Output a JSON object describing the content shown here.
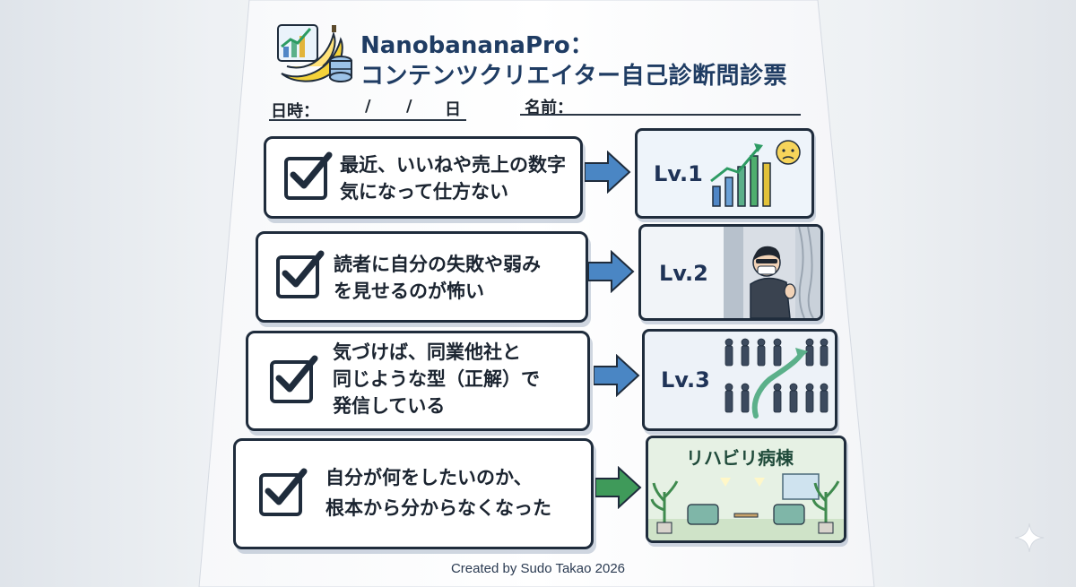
{
  "header": {
    "title_line1": "NanobananaPro：",
    "title_line2": "コンテンツクリエイター自己診断問診票",
    "logo_icon": "banana-chart-coins-icon"
  },
  "form": {
    "date_label": "日時：",
    "date_sep1": "/",
    "date_sep2": "/",
    "date_day": "日",
    "name_label": "名前："
  },
  "items": [
    {
      "line1": "最近、いいねや売上の数字",
      "line2": "気になって仕方ない",
      "line3": "",
      "level": "Lv.1",
      "arrow_color": "#4a86c4"
    },
    {
      "line1": "読者に自分の失敗や弱み",
      "line2": "を見せるのが怖い",
      "line3": "",
      "level": "Lv.2",
      "arrow_color": "#4a86c4"
    },
    {
      "line1": "気づけば、同業他社と",
      "line2": "同じような型（正解）で",
      "line3": "発信している",
      "level": "Lv.3",
      "arrow_color": "#4a86c4"
    },
    {
      "line1": "自分が何をしたいのか、",
      "line2": "根本から分からなくなった",
      "line3": "",
      "level": "リハビリ病棟",
      "arrow_color": "#3f9a5a"
    }
  ],
  "footer": {
    "credit": "Created by Sudo Takao 2026"
  }
}
